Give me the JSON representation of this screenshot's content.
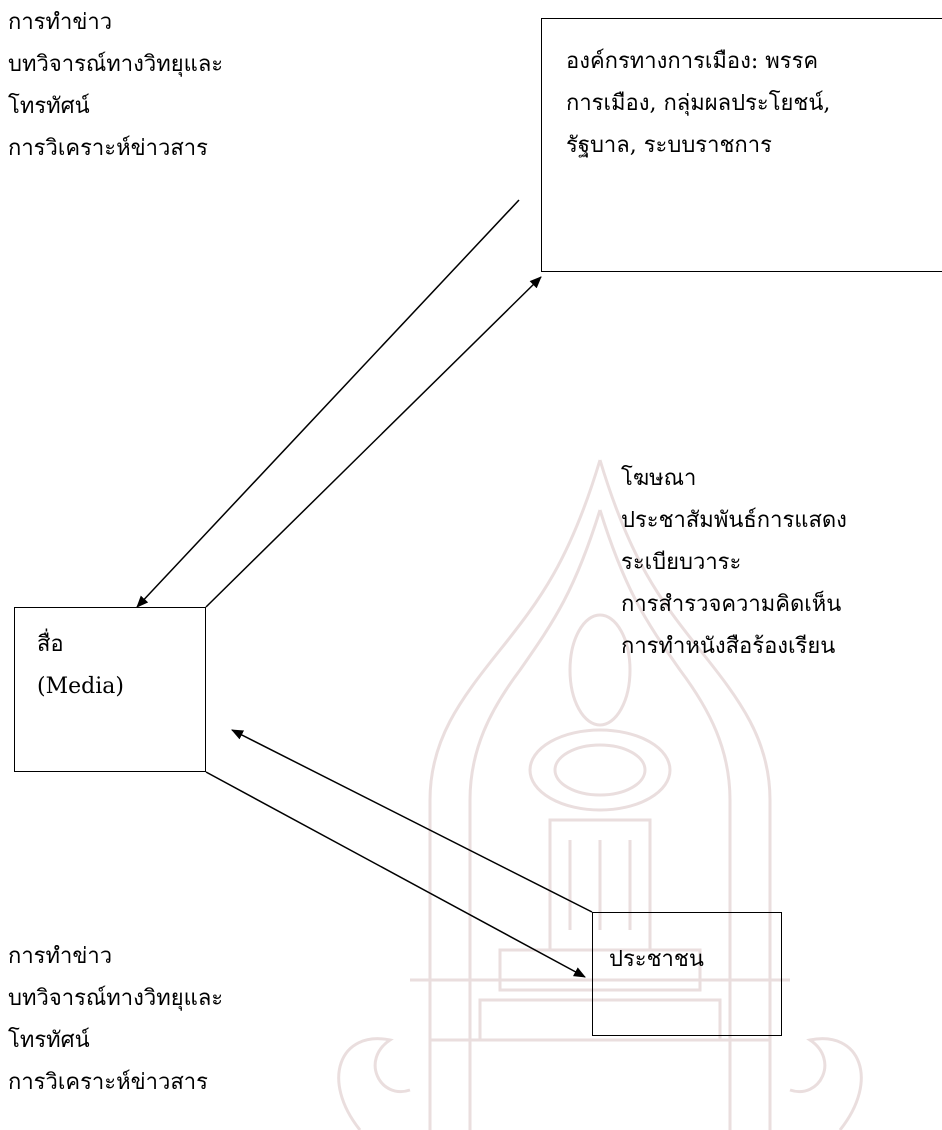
{
  "top_left_activities": [
    "การทำข่าว",
    "บทวิจารณ์ทางวิทยุและ",
    "โทรทัศน์",
    "การวิเคราะห์ข่าวสาร"
  ],
  "political_org_box": {
    "lines": [
      "องค์กรทางการเมือง: พรรค",
      "การเมือง, กลุ่มผลประโยชน์,",
      "รัฐบาล, ระบบราชการ"
    ]
  },
  "middle_right_activities": [
    "โฆษณา",
    "ประชาสัมพันธ์การแสดง",
    "ระเบียบวาระ",
    "การสำรวจความคิดเห็น",
    "การทำหนังสือร้องเรียน"
  ],
  "media_box": {
    "title": "สื่อ",
    "subtitle": "(Media)"
  },
  "bottom_left_activities": [
    "การทำข่าว",
    "บทวิจารณ์ทางวิทยุและ",
    "โทรทัศน์",
    "การวิเคราะห์ข่าวสาร"
  ],
  "public_box": {
    "label": "ประชาชน"
  },
  "colors": {
    "ink": "#000000",
    "watermark": "#e8dcdc"
  }
}
